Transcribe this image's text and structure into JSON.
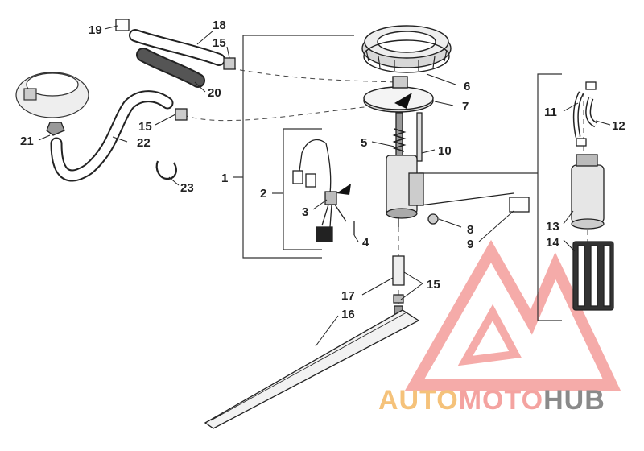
{
  "labels": {
    "l1": "1",
    "l2": "2",
    "l3": "3",
    "l4": "4",
    "l5": "5",
    "l6": "6",
    "l7": "7",
    "l8": "8",
    "l9": "9",
    "l10": "10",
    "l11": "11",
    "l12": "12",
    "l13": "13",
    "l14": "14",
    "l15a": "15",
    "l15b": "15",
    "l15c": "15",
    "l16": "16",
    "l17": "17",
    "l18": "18",
    "l19": "19",
    "l20": "20",
    "l21": "21",
    "l22": "22",
    "l23": "23"
  },
  "watermark": {
    "part1": "AUTO",
    "part2": "MOTO",
    "part3": "HUB",
    "colors": {
      "auto": "#f5c27a",
      "moto": "#f4a3a0",
      "hub": "#8a8a8a",
      "triangle": "#f4a3a0"
    }
  }
}
